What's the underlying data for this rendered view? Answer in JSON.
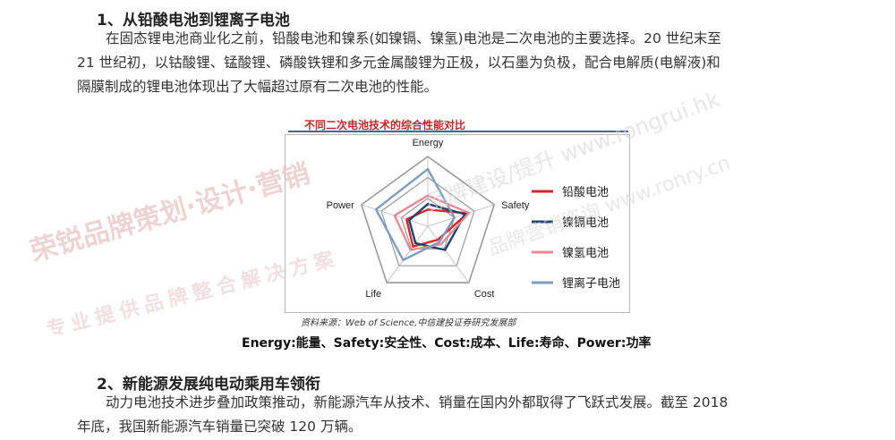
{
  "section1": {
    "heading": "1、从铅酸电池到锂离子电池",
    "paragraph_lines": [
      "在固态锂电池商业化之前，铅酸电池和镍系(如镍镉、镍氢)电池是二次电池的主要选择。20 世纪末至",
      "21 世纪初，以钴酸锂、锰酸锂、磷酸铁锂和多元金属酸锂为正极，以石墨为负极，配合电解质(电解液)和",
      "隔膜制成的锂电池体现出了大幅超过原有二次电池的性能。"
    ]
  },
  "figure": {
    "title": "不同二次电池技术的综合性能对比",
    "source": "资料来源：Web of Science,中信建投证券研究发展部",
    "caption": "Energy:能量、Safety:安全性、Cost:成本、Life:寿命、Power:功率"
  },
  "chart_data": {
    "type": "radar",
    "axes": [
      "Energy",
      "Safety",
      "Cost",
      "Life",
      "Power"
    ],
    "range": [
      0,
      5
    ],
    "series": [
      {
        "name": "铅酸电池",
        "color": "#d7262b",
        "values": [
          1.2,
          3.0,
          1.2,
          1.8,
          1.6
        ]
      },
      {
        "name": "镍镉电池",
        "color": "#233f6b",
        "values": [
          1.6,
          2.8,
          2.1,
          1.5,
          1.4
        ]
      },
      {
        "name": "镍氢电池",
        "color": "#e88a94",
        "values": [
          2.2,
          3.1,
          1.6,
          2.1,
          2.5
        ]
      },
      {
        "name": "锂离子电池",
        "color": "#7c9cc0",
        "values": [
          4.1,
          2.0,
          1.4,
          3.0,
          3.9
        ]
      }
    ]
  },
  "section2": {
    "heading": "2、新能源发展纯电动乘用车领衔",
    "paragraph_lines": [
      "动力电池技术进步叠加政策推动，新能源汽车从技术、销量在国内外都取得了飞跃式发展。截至 2018",
      "年底，我国新能源汽车销量已突破 120 万辆。"
    ]
  },
  "watermarks": {
    "brand_cn": "荣锐品牌策划·设计·营销",
    "slogan_cn": "专业提供品牌整合解决方案",
    "gray_1": "品牌建设/提升 www.rongrui.hk",
    "gray_2": "品牌营销咨询 www.ronry.cn"
  }
}
